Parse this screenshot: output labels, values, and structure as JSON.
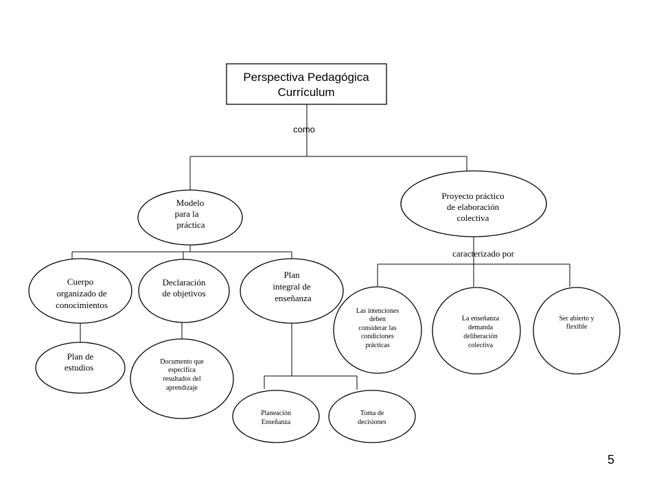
{
  "root": {
    "lines": [
      "Perspectiva Pedagógica",
      "Currículum"
    ]
  },
  "edge_labels": {
    "root_children": "como",
    "proyecto_children": "caracterizado por"
  },
  "nodes": {
    "modelo": {
      "lines": [
        "Modelo",
        "para la",
        "práctica"
      ]
    },
    "proyecto": {
      "lines": [
        "Proyecto práctico",
        "de elaboración",
        "colectiva"
      ]
    },
    "cuerpo": {
      "lines": [
        "Cuerpo",
        "organizado de",
        "conocimientos"
      ]
    },
    "declaracion": {
      "lines": [
        "Declaración",
        "de objetivos"
      ]
    },
    "plan_integral": {
      "lines": [
        "Plan",
        "integral de",
        "enseñanza"
      ]
    },
    "plan_estudios": {
      "lines": [
        "Plan de",
        "estudios"
      ]
    },
    "documento": {
      "lines": [
        "Documento que",
        "especifica",
        "resultados del",
        "aprendizaje"
      ]
    },
    "planeacion": {
      "lines": [
        "Planeación",
        "Enseñanza"
      ]
    },
    "toma": {
      "lines": [
        "Toma de",
        "decisiones"
      ]
    },
    "intenciones": {
      "lines": [
        "Las intenciones",
        "deben",
        "considerar las",
        "condiciones",
        "prácticas"
      ]
    },
    "ensenanza_demanda": {
      "lines": [
        "La enseñanza",
        "demanda",
        "deliberación",
        "colectiva"
      ]
    },
    "abierto": {
      "lines": [
        "Ser abierto y",
        "flexible"
      ]
    }
  },
  "page_number": "5"
}
